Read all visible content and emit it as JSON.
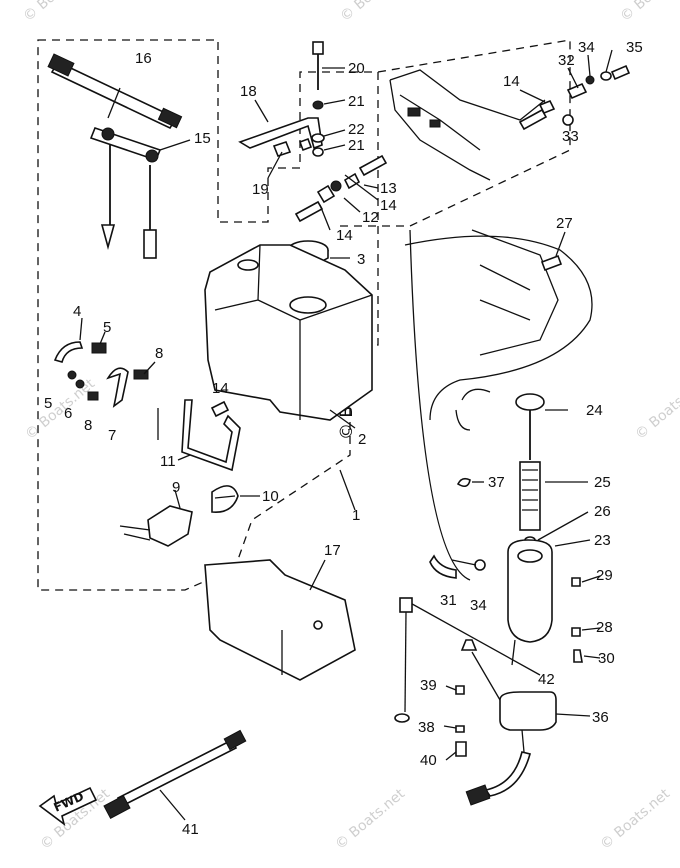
{
  "watermark": "© Boats.net",
  "center_watermark": "© Boats.net",
  "fwd_label": "FWD",
  "callouts": [
    {
      "id": "c1",
      "text": "1"
    },
    {
      "id": "c2",
      "text": "2"
    },
    {
      "id": "c3",
      "text": "3"
    },
    {
      "id": "c4",
      "text": "4"
    },
    {
      "id": "c5a",
      "text": "5"
    },
    {
      "id": "c5b",
      "text": "5"
    },
    {
      "id": "c6",
      "text": "6"
    },
    {
      "id": "c7",
      "text": "7"
    },
    {
      "id": "c8a",
      "text": "8"
    },
    {
      "id": "c8b",
      "text": "8"
    },
    {
      "id": "c9",
      "text": "9"
    },
    {
      "id": "c10",
      "text": "10"
    },
    {
      "id": "c11",
      "text": "11"
    },
    {
      "id": "c12",
      "text": "12"
    },
    {
      "id": "c13",
      "text": "13"
    },
    {
      "id": "c14a",
      "text": "14"
    },
    {
      "id": "c14b",
      "text": "14"
    },
    {
      "id": "c14c",
      "text": "14"
    },
    {
      "id": "c14d",
      "text": "14"
    },
    {
      "id": "c15",
      "text": "15"
    },
    {
      "id": "c16",
      "text": "16"
    },
    {
      "id": "c17",
      "text": "17"
    },
    {
      "id": "c18",
      "text": "18"
    },
    {
      "id": "c19",
      "text": "19"
    },
    {
      "id": "c20",
      "text": "20"
    },
    {
      "id": "c21a",
      "text": "21"
    },
    {
      "id": "c21b",
      "text": "21"
    },
    {
      "id": "c22",
      "text": "22"
    },
    {
      "id": "c23",
      "text": "23"
    },
    {
      "id": "c24",
      "text": "24"
    },
    {
      "id": "c25",
      "text": "25"
    },
    {
      "id": "c26",
      "text": "26"
    },
    {
      "id": "c27",
      "text": "27"
    },
    {
      "id": "c28",
      "text": "28"
    },
    {
      "id": "c29",
      "text": "29"
    },
    {
      "id": "c30",
      "text": "30"
    },
    {
      "id": "c31",
      "text": "31"
    },
    {
      "id": "c32",
      "text": "32"
    },
    {
      "id": "c33",
      "text": "33"
    },
    {
      "id": "c34a",
      "text": "34"
    },
    {
      "id": "c34b",
      "text": "34"
    },
    {
      "id": "c35",
      "text": "35"
    },
    {
      "id": "c36",
      "text": "36"
    },
    {
      "id": "c37",
      "text": "37"
    },
    {
      "id": "c38",
      "text": "38"
    },
    {
      "id": "c39",
      "text": "39"
    },
    {
      "id": "c40",
      "text": "40"
    },
    {
      "id": "c41",
      "text": "41"
    },
    {
      "id": "c42",
      "text": "42"
    }
  ]
}
